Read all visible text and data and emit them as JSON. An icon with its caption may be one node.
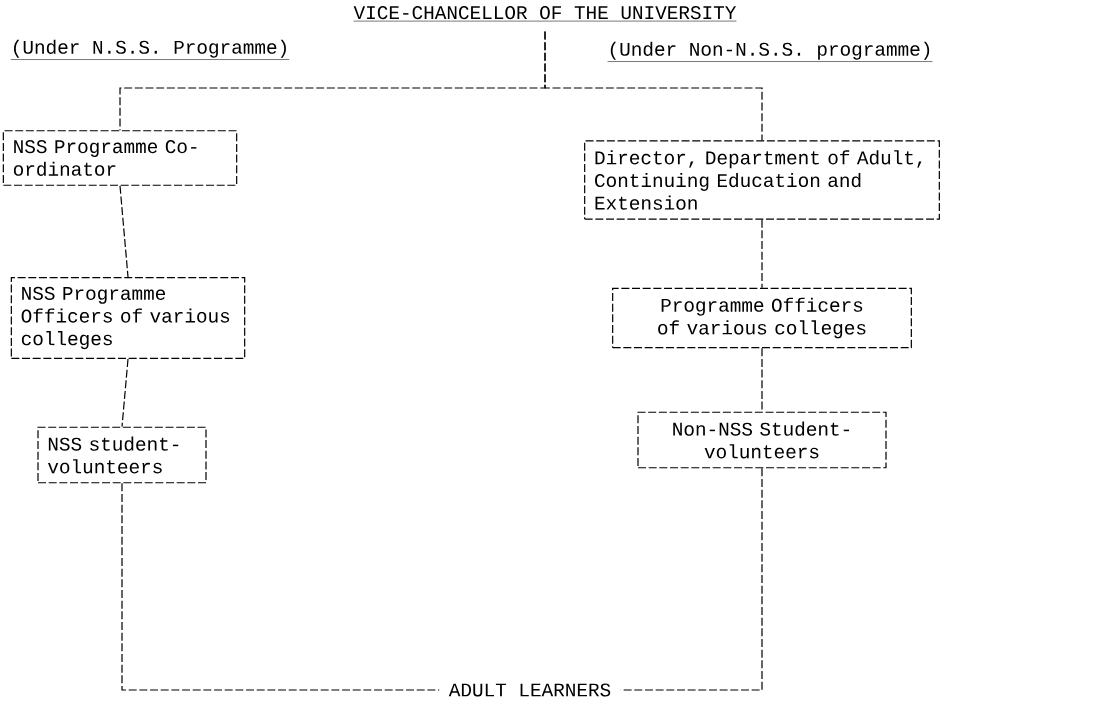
{
  "diagram": {
    "nodes": [
      {
        "text": [
          "VICE-CHANCELLOR OF THE UNIVERSITY"
        ]
      },
      {
        "text": [
          "NSS Programme Co-ordinator"
        ]
      },
      {
        "text": [
          "Director, Department of Adult, Continuing Education and Extension"
        ]
      },
      {
        "text": [
          "NSS Programme Officers of various colleges"
        ]
      },
      {
        "text": [
          "Programme Officers of various colleges"
        ]
      },
      {
        "text": [
          "NSS student-volunteers"
        ]
      },
      {
        "text": [
          "Non-NSS Student-volunteers"
        ]
      },
      {
        "text": [
          "ADULT LEARNERS"
        ]
      }
    ],
    "edges": [
      {
        "from": 0,
        "to": 1,
        "arrow": "none"
      },
      {
        "from": 0,
        "to": 2,
        "arrow": "none"
      },
      {
        "from": 1,
        "to": 3,
        "arrow": "none"
      },
      {
        "from": 3,
        "to": 5,
        "arrow": "none"
      },
      {
        "from": 2,
        "to": 4,
        "arrow": "none"
      },
      {
        "from": 4,
        "to": 6,
        "arrow": "none"
      },
      {
        "from": 5,
        "to": 7,
        "arrow": "none"
      },
      {
        "from": 6,
        "to": 7,
        "arrow": "none"
      }
    ],
    "labels": [
      "(Under N.S.S. Programme)",
      "(Under Non-N.S.S. programme)"
    ]
  }
}
